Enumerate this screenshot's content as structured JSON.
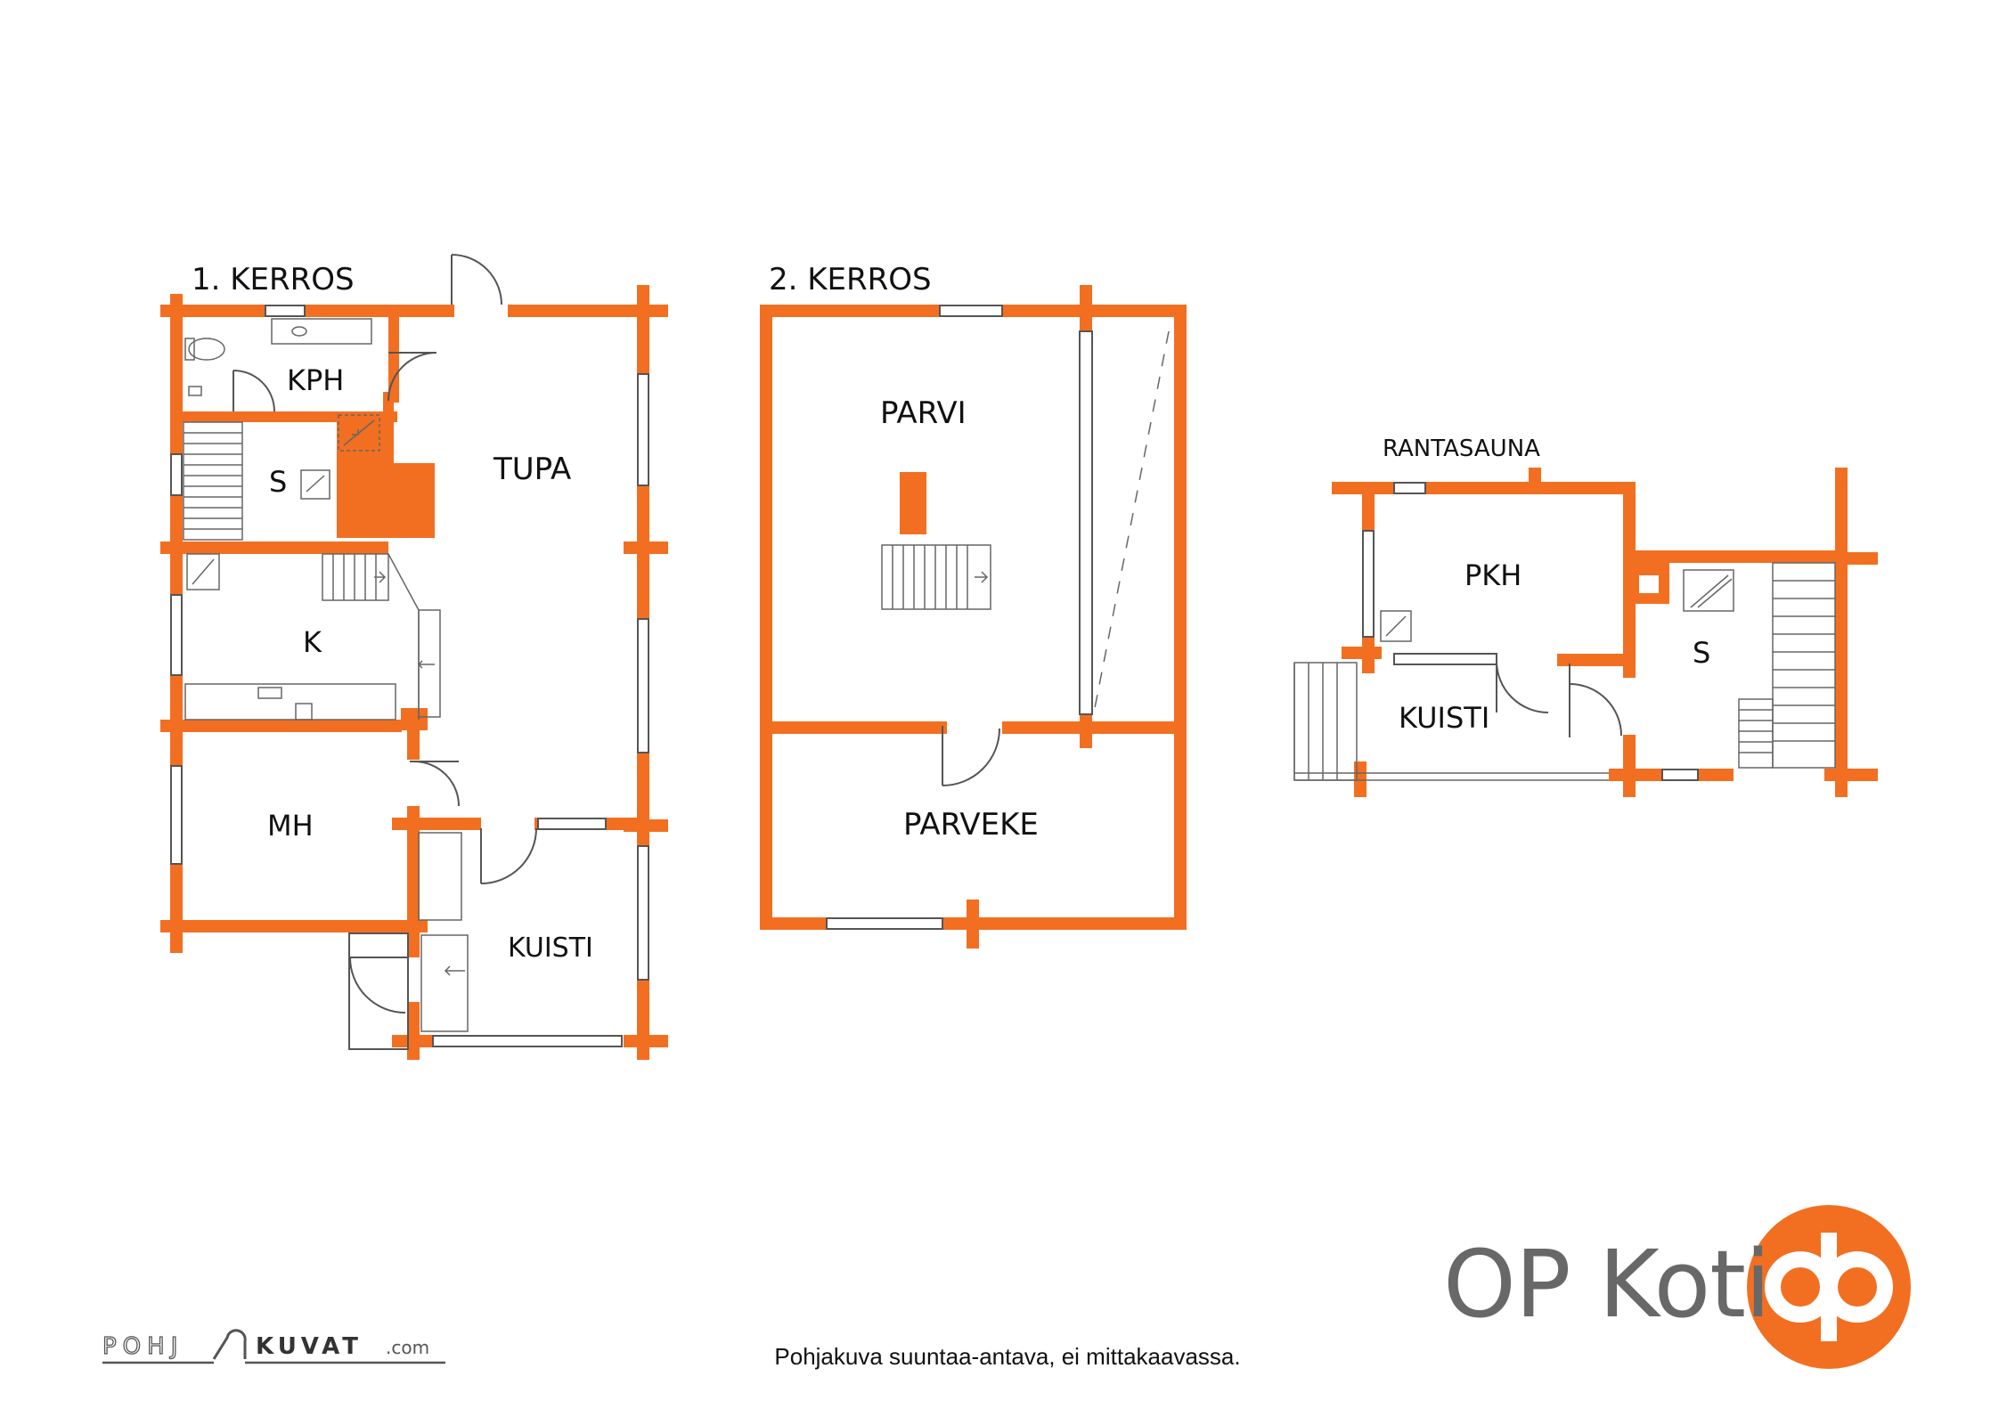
{
  "floor1": {
    "title": "1. KERROS",
    "rooms": {
      "kph": "KPH",
      "s": "S",
      "tupa": "TUPA",
      "k": "K",
      "mh": "MH",
      "kuisti": "KUISTI"
    }
  },
  "floor2": {
    "title": "2. KERROS",
    "rooms": {
      "parvi": "PARVI",
      "parveke": "PARVEKE"
    }
  },
  "sauna": {
    "title": "RANTASAUNA",
    "rooms": {
      "pkh": "PKH",
      "s": "S",
      "kuisti": "KUISTI"
    }
  },
  "footer": {
    "disclaimer": "Pohjakuva suuntaa-antava, ei mittakaavassa.",
    "brand": "OP Koti",
    "pohjakuvat": {
      "part1": "POHJ",
      "part2": "KUVAT",
      "part3": ".com"
    }
  },
  "colors": {
    "wall": "#f26f21",
    "line": "#555555",
    "brand_text": "#686868",
    "logo": "#f26f21"
  },
  "icons": [
    "op-logo-icon",
    "stair-icon",
    "toilet-icon",
    "sink-icon",
    "stove-icon",
    "door-swing-icon"
  ]
}
